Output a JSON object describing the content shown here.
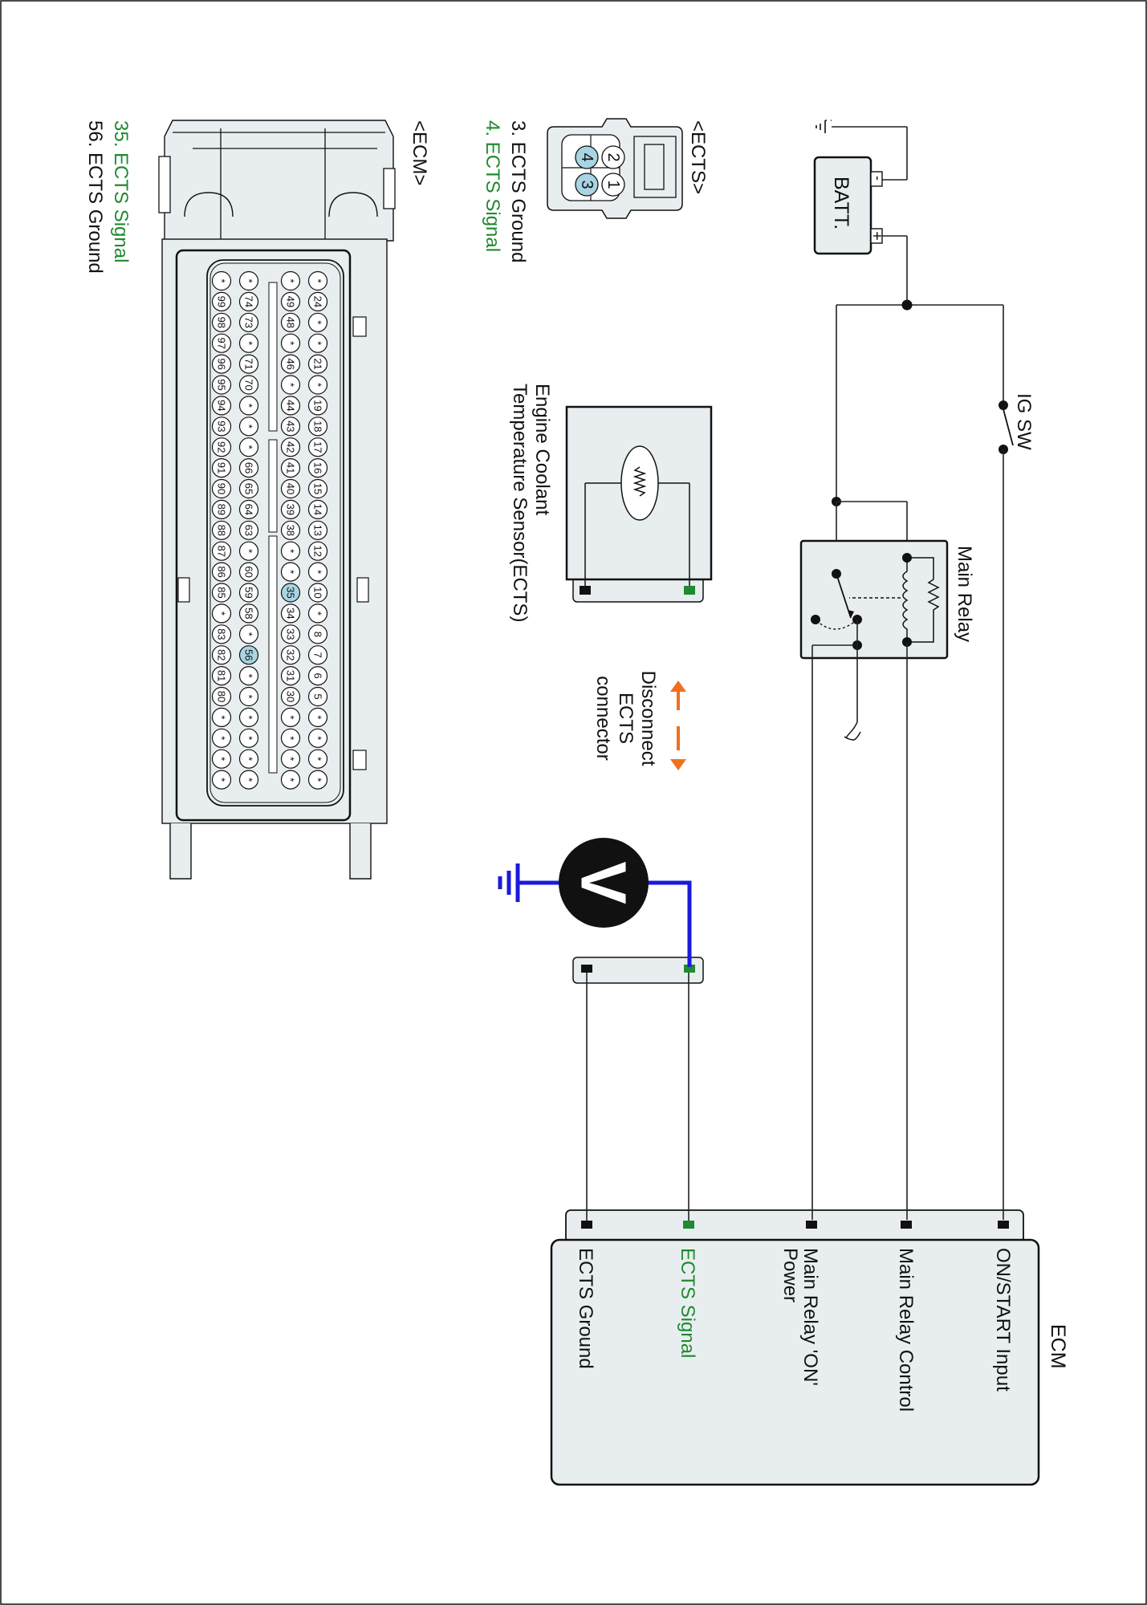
{
  "ecm": {
    "title": "ECM",
    "pins": [
      {
        "label": "ON/START Input"
      },
      {
        "label": "Main Relay Control"
      },
      {
        "label": "Main Relay 'ON'",
        "label2": "Power"
      },
      {
        "label": "ECTS Signal",
        "color": "#1f8a2e"
      },
      {
        "label": "ECTS Ground"
      }
    ]
  },
  "battery": {
    "label": "BATT.",
    "pos": "+",
    "neg": "-"
  },
  "ig_switch": {
    "label": "IG SW"
  },
  "main_relay": {
    "label": "Main Relay"
  },
  "sensor": {
    "line1": "Engine Coolant",
    "line2": "Temperature Sensor(ECTS)"
  },
  "disconnect": {
    "line1": "Disconnect",
    "line2": "ECTS",
    "line3": "connector"
  },
  "voltmeter": {
    "symbol": "V"
  },
  "ects_connector": {
    "title": "<ECTS>",
    "pins": [
      "2",
      "1",
      "4",
      "3"
    ],
    "legend": [
      {
        "text": "3. ECTS Ground",
        "color": "#111111"
      },
      {
        "text": "4. ECTS Signal",
        "color": "#1f8a2e"
      }
    ]
  },
  "ecm_connector": {
    "title": "<ECM>",
    "rows": [
      [
        "*",
        "24",
        "*",
        "*",
        "21",
        "*",
        "19",
        "18",
        "17",
        "16",
        "15",
        "14",
        "13",
        "12",
        "*",
        "10",
        "*",
        "8",
        "7",
        "6",
        "5",
        "*",
        "*",
        "*",
        "*"
      ],
      [
        "*",
        "49",
        "48",
        "*",
        "46",
        "*",
        "44",
        "43",
        "42",
        "41",
        "40",
        "39",
        "38",
        "*",
        "*",
        "35",
        "34",
        "33",
        "32",
        "31",
        "30",
        "*",
        "*",
        "*",
        "*"
      ],
      [
        "*",
        "74",
        "73",
        "*",
        "71",
        "70",
        "*",
        "*",
        "*",
        "66",
        "65",
        "64",
        "63",
        "*",
        "60",
        "59",
        "58",
        "*",
        "56",
        "*",
        "*",
        "*",
        "*",
        "*",
        "*"
      ],
      [
        "*",
        "99",
        "98",
        "97",
        "96",
        "95",
        "94",
        "93",
        "92",
        "91",
        "90",
        "89",
        "88",
        "87",
        "86",
        "85",
        "*",
        "83",
        "82",
        "81",
        "80",
        "*",
        "*",
        "*",
        "*"
      ]
    ],
    "highlight": [
      "35",
      "56"
    ],
    "legend": [
      {
        "text": "35. ECTS Signal",
        "color": "#1f8a2e"
      },
      {
        "text": "56. ECTS Ground",
        "color": "#111111"
      }
    ]
  },
  "colors": {
    "signal_green": "#1f8a2e",
    "wire_blue": "#1a1adb",
    "arrow_orange": "#f07020",
    "pin_highlight": "#a9d4e4",
    "box_fill": "#e8eef0"
  }
}
